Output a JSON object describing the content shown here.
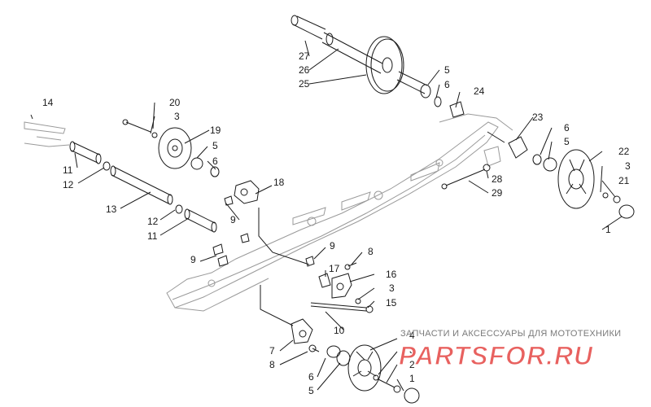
{
  "callouts": [
    {
      "id": "c14",
      "text": "14"
    },
    {
      "id": "c20",
      "text": "20"
    },
    {
      "id": "c3a",
      "text": "3"
    },
    {
      "id": "c19",
      "text": "19"
    },
    {
      "id": "c5a",
      "text": "5"
    },
    {
      "id": "c6a",
      "text": "6"
    },
    {
      "id": "c11a",
      "text": "11"
    },
    {
      "id": "c12a",
      "text": "12"
    },
    {
      "id": "c13",
      "text": "13"
    },
    {
      "id": "c12b",
      "text": "12"
    },
    {
      "id": "c11b",
      "text": "11"
    },
    {
      "id": "c9a",
      "text": "9"
    },
    {
      "id": "c18",
      "text": "18"
    },
    {
      "id": "c9b",
      "text": "9"
    },
    {
      "id": "c9c",
      "text": "9"
    },
    {
      "id": "c8a",
      "text": "8"
    },
    {
      "id": "c17",
      "text": "17"
    },
    {
      "id": "c16",
      "text": "16"
    },
    {
      "id": "c3b",
      "text": "3"
    },
    {
      "id": "c15",
      "text": "15"
    },
    {
      "id": "c10",
      "text": "10"
    },
    {
      "id": "c7",
      "text": "7"
    },
    {
      "id": "c8b",
      "text": "8"
    },
    {
      "id": "c6b",
      "text": "6"
    },
    {
      "id": "c5b",
      "text": "5"
    },
    {
      "id": "c4",
      "text": "4"
    },
    {
      "id": "c3c",
      "text": "3"
    },
    {
      "id": "c2",
      "text": "2"
    },
    {
      "id": "c1a",
      "text": "1"
    },
    {
      "id": "c27",
      "text": "27"
    },
    {
      "id": "c26",
      "text": "26"
    },
    {
      "id": "c25",
      "text": "25"
    },
    {
      "id": "c5c",
      "text": "5"
    },
    {
      "id": "c6c",
      "text": "6"
    },
    {
      "id": "c24",
      "text": "24"
    },
    {
      "id": "c23",
      "text": "23"
    },
    {
      "id": "c6d",
      "text": "6"
    },
    {
      "id": "c5d",
      "text": "5"
    },
    {
      "id": "c22",
      "text": "22"
    },
    {
      "id": "c3d",
      "text": "3"
    },
    {
      "id": "c21",
      "text": "21"
    },
    {
      "id": "c28",
      "text": "28"
    },
    {
      "id": "c29",
      "text": "29"
    },
    {
      "id": "c1b",
      "text": "1"
    }
  ],
  "watermark": {
    "caption": "ЗАПЧАСТИ И АКСЕССУАРЫ ДЛЯ МОТОТЕХНИКИ",
    "logo": "PARTSFOR.RU"
  },
  "colors": {
    "line": "#1a1a1a",
    "frame": "#9a9a9a",
    "logo_red": "#e8615f"
  }
}
